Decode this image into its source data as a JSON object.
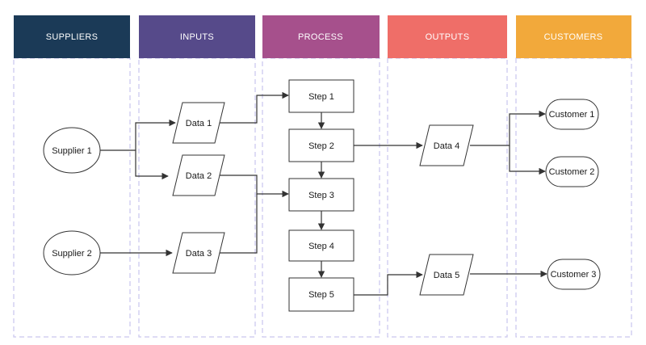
{
  "lanes": [
    {
      "id": "suppliers",
      "label": "SUPPLIERS",
      "color": "#1b3a57"
    },
    {
      "id": "inputs",
      "label": "INPUTS",
      "color": "#564a8a"
    },
    {
      "id": "process",
      "label": "PROCESS",
      "color": "#a6508c"
    },
    {
      "id": "outputs",
      "label": "OUTPUTS",
      "color": "#ef6e68"
    },
    {
      "id": "customers",
      "label": "CUSTOMERS",
      "color": "#f2a93b"
    }
  ],
  "nodes": {
    "supplier1": {
      "label": "Supplier 1",
      "shape": "ellipse"
    },
    "supplier2": {
      "label": "Supplier 2",
      "shape": "ellipse"
    },
    "data1": {
      "label": "Data 1",
      "shape": "parallelogram"
    },
    "data2": {
      "label": "Data 2",
      "shape": "parallelogram"
    },
    "data3": {
      "label": "Data 3",
      "shape": "parallelogram"
    },
    "step1": {
      "label": "Step 1",
      "shape": "rectangle"
    },
    "step2": {
      "label": "Step 2",
      "shape": "rectangle"
    },
    "step3": {
      "label": "Step 3",
      "shape": "rectangle"
    },
    "step4": {
      "label": "Step 4",
      "shape": "rectangle"
    },
    "step5": {
      "label": "Step 5",
      "shape": "rectangle"
    },
    "data4": {
      "label": "Data 4",
      "shape": "parallelogram"
    },
    "data5": {
      "label": "Data 5",
      "shape": "parallelogram"
    },
    "customer1": {
      "label": "Customer 1",
      "shape": "stadium"
    },
    "customer2": {
      "label": "Customer 2",
      "shape": "stadium"
    },
    "customer3": {
      "label": "Customer 3",
      "shape": "stadium"
    }
  },
  "edges": [
    {
      "from": "supplier1",
      "to": "data1"
    },
    {
      "from": "supplier1",
      "to": "data2"
    },
    {
      "from": "supplier2",
      "to": "data3"
    },
    {
      "from": "data1",
      "to": "step1"
    },
    {
      "from": "data2",
      "to": "step3"
    },
    {
      "from": "data3",
      "to": "step3"
    },
    {
      "from": "step1",
      "to": "step2"
    },
    {
      "from": "step2",
      "to": "step3"
    },
    {
      "from": "step3",
      "to": "step4"
    },
    {
      "from": "step4",
      "to": "step5"
    },
    {
      "from": "step2",
      "to": "data4"
    },
    {
      "from": "step5",
      "to": "data5"
    },
    {
      "from": "data4",
      "to": "customer1"
    },
    {
      "from": "data4",
      "to": "customer2"
    },
    {
      "from": "data5",
      "to": "customer3"
    }
  ]
}
